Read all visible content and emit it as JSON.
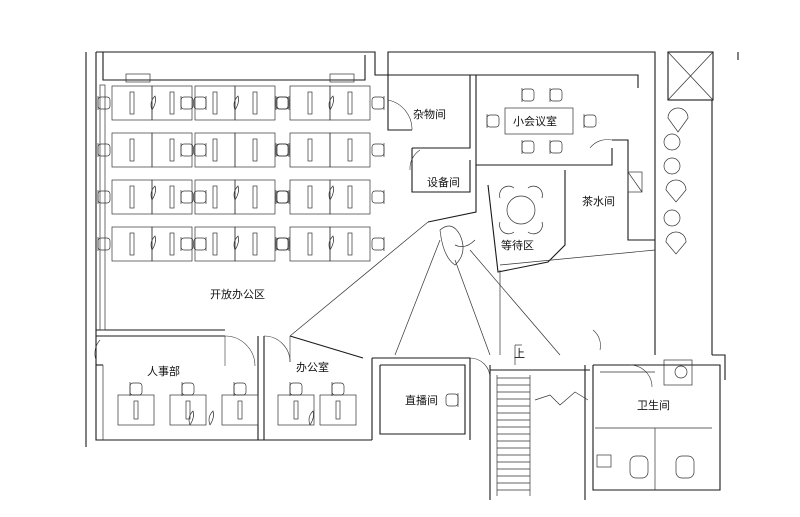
{
  "rooms": {
    "open_office": "开放办公区",
    "hr": "人事部",
    "office": "办公室",
    "storage": "杂物间",
    "equipment": "设备间",
    "meeting": "小会议室",
    "waiting": "等待区",
    "tea": "茶水间",
    "broadcast": "直播间",
    "restroom": "卫生间"
  },
  "marks": {
    "stair_up": "上"
  }
}
